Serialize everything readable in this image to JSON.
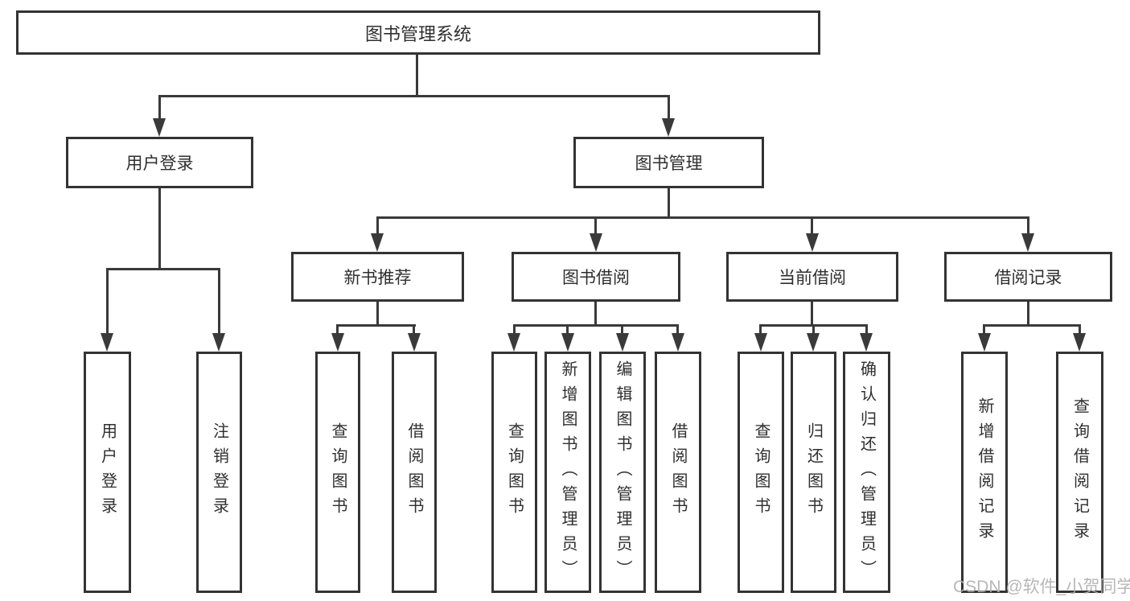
{
  "tree": {
    "root": "图书管理系统",
    "branches": [
      {
        "label": "用户登录",
        "children": [
          "用户登录",
          "注销登录"
        ]
      },
      {
        "label": "图书管理",
        "groups": [
          {
            "label": "新书推荐",
            "children": [
              "查询图书",
              "借阅图书"
            ]
          },
          {
            "label": "图书借阅",
            "children": [
              "查询图书",
              "新增图书（管理员）",
              "编辑图书（管理员）",
              "借阅图书"
            ]
          },
          {
            "label": "当前借阅",
            "children": [
              "查询图书",
              "归还图书",
              "确认归还（管理员）"
            ]
          },
          {
            "label": "借阅记录",
            "children": [
              "新增借阅记录",
              "查询借阅记录"
            ]
          }
        ]
      }
    ]
  },
  "watermark": "CSDN @软件_小贺同学",
  "colors": {
    "line": "#3a3a3a",
    "box_border": "#333333",
    "text": "#2f2f2f",
    "watermark": "#afafaf",
    "background": "#ffffff"
  }
}
